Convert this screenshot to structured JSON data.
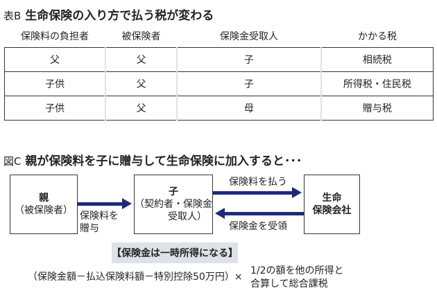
{
  "table_b": {
    "prefix": "表B",
    "title": "生命保険の入り方で払う税が変わる",
    "headers": [
      "保険料の負担者",
      "被保険者",
      "保険金受取人",
      "かかる税"
    ],
    "rows": [
      [
        "父",
        "父",
        "子",
        "相続税"
      ],
      [
        "子供",
        "父",
        "子",
        "所得税・住民税"
      ],
      [
        "子供",
        "父",
        "母",
        "贈与税"
      ]
    ]
  },
  "figure_c": {
    "prefix": "図C",
    "title": "親が保険料を子に贈与して生命保険に加入すると･･･",
    "parent": {
      "name": "親",
      "sub": "（被保険者）"
    },
    "child": {
      "name": "子",
      "sub1": "（契約者・保険金",
      "sub2": "受取人）"
    },
    "company": {
      "line1": "生命",
      "line2": "保険会社"
    },
    "gift_label": {
      "line1": "保険料を",
      "line2": "贈与"
    },
    "pay_label": "保険料を払う",
    "receive_label": "保険金を受領",
    "highlight": "【保険金は一時所得になる】",
    "formula": "（保険金額－払込保険料額－特別控除50万円）×",
    "formula_note": {
      "line1": "1/2の額を他の所得と",
      "line2": "合算して総合課税"
    }
  },
  "colors": {
    "arrow": "#1c2a78",
    "highlight_bg": "#dfe1e8"
  }
}
